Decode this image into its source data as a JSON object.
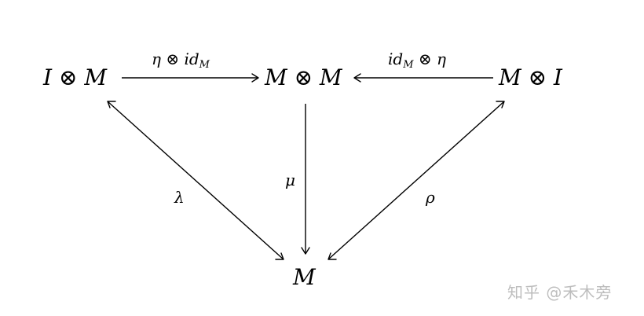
{
  "diagram": {
    "nodes": {
      "top_left": "I ⊗ M",
      "top_center": "M ⊗ M",
      "top_right": "M ⊗ I",
      "bottom": "M"
    },
    "edge_labels": {
      "left_top": "η ⊗ id",
      "left_top_sub": "M",
      "right_top": "id",
      "right_top_sub": "M",
      "right_top_suffix": " ⊗ η",
      "mu": "μ",
      "lambda": "λ",
      "rho": "ρ"
    }
  },
  "watermark": "知乎 @禾木旁"
}
